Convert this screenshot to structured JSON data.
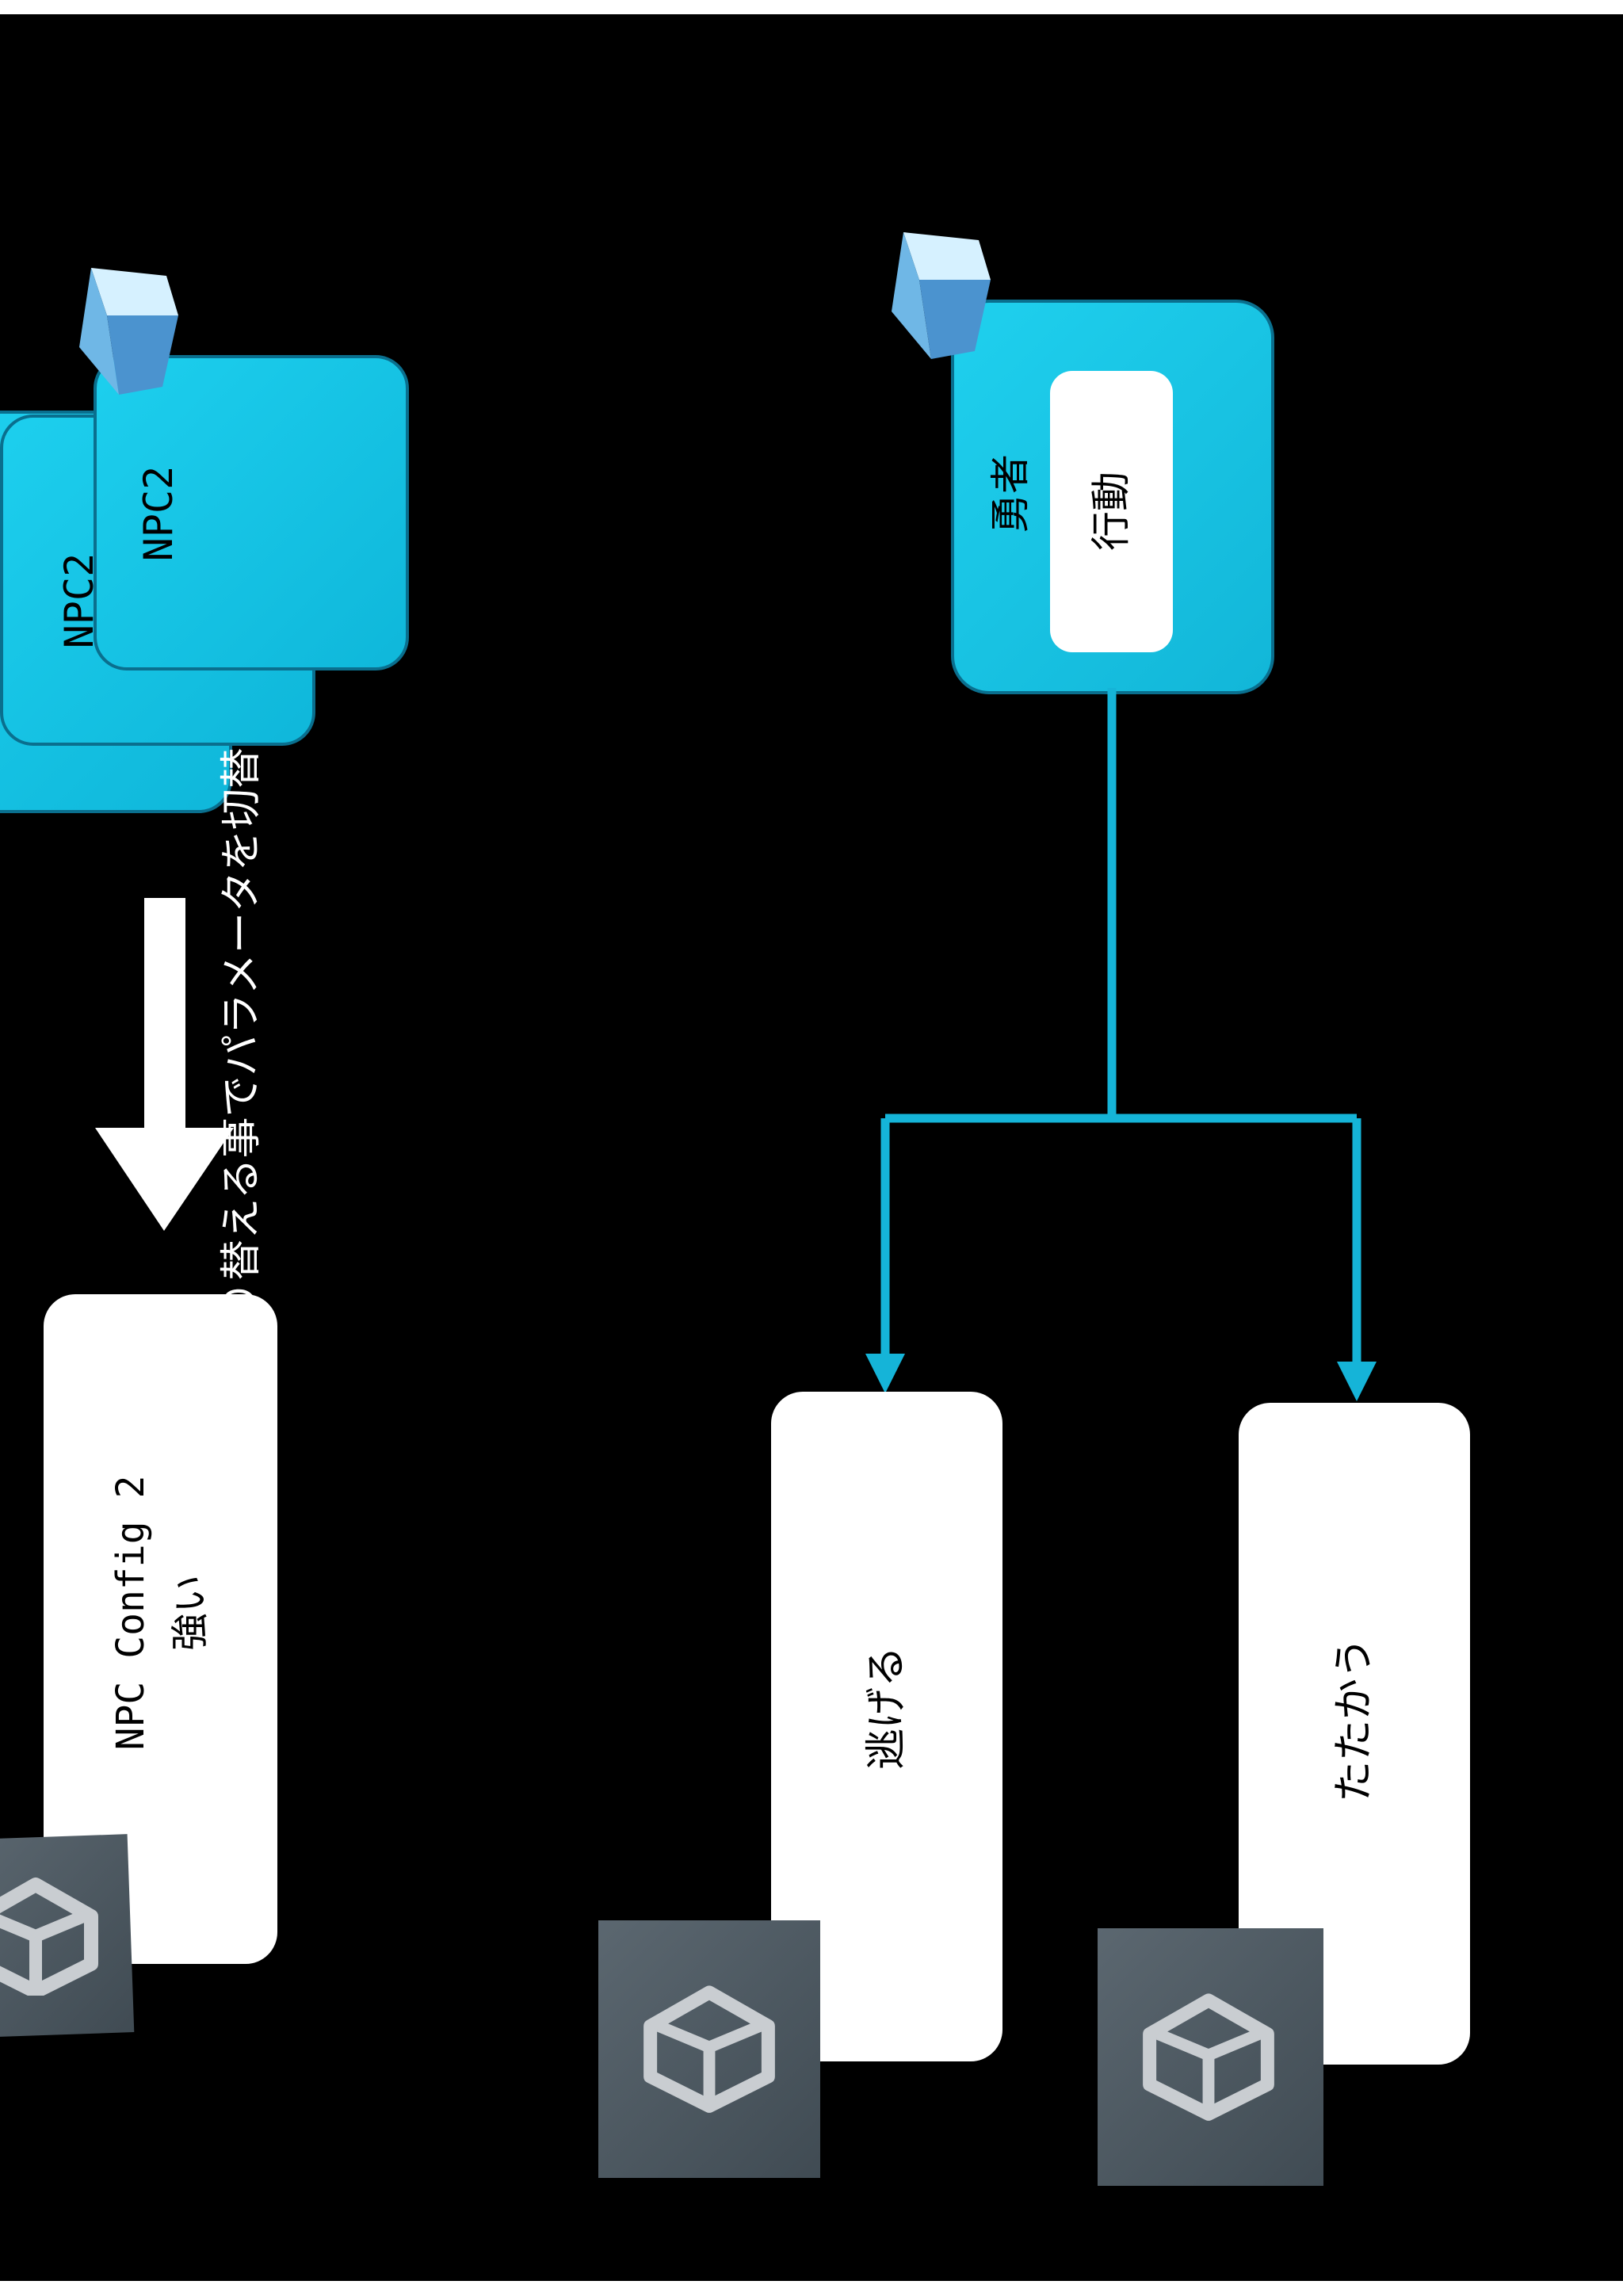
{
  "npc_cards": [
    "NPC2",
    "NPC2"
  ],
  "config_panel": {
    "line1": "NPC Config 2",
    "line2": "強い"
  },
  "caption_top": "●同一ScriptでもSOを切り替える事でパラメータを切替",
  "hero": {
    "name": "勇者",
    "action": "行動"
  },
  "options": {
    "flee": "逃げる",
    "fight": "たたかう"
  },
  "colors": {
    "accent": "#15b4d8",
    "card": "#16c3e6",
    "background": "#000000"
  },
  "icons": [
    "cube-icon",
    "unity-logo-icon",
    "arrow-down-icon"
  ]
}
